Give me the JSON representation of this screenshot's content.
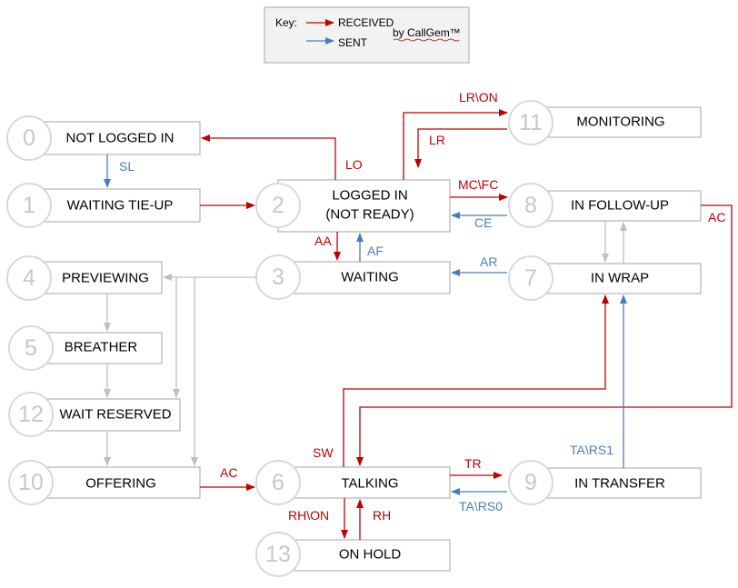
{
  "key": {
    "title": "Key:",
    "received": "RECEIVED",
    "sent": "SENT",
    "credit": "by CallGem™"
  },
  "states": [
    {
      "num": "0",
      "label": "NOT LOGGED IN"
    },
    {
      "num": "1",
      "label": "WAITING TIE-UP"
    },
    {
      "num": "2",
      "label_line1": "LOGGED IN",
      "label_line2": "(NOT READY)"
    },
    {
      "num": "3",
      "label": "WAITING"
    },
    {
      "num": "4",
      "label": "PREVIEWING"
    },
    {
      "num": "5",
      "label": "BREATHER"
    },
    {
      "num": "12",
      "label": "WAIT RESERVED"
    },
    {
      "num": "10",
      "label": "OFFERING"
    },
    {
      "num": "6",
      "label": "TALKING"
    },
    {
      "num": "13",
      "label": "ON HOLD"
    },
    {
      "num": "11",
      "label": "MONITORING"
    },
    {
      "num": "8",
      "label": "IN FOLLOW-UP"
    },
    {
      "num": "7",
      "label": "IN WRAP"
    },
    {
      "num": "9",
      "label": "IN TRANSFER"
    }
  ],
  "edges": {
    "sl": "SL",
    "lo": "LO",
    "lr_on": "LR\\ON",
    "lr": "LR",
    "mc_fc": "MC\\FC",
    "ce": "CE",
    "aa": "AA",
    "af": "AF",
    "ar": "AR",
    "ac_right": "AC",
    "ac_offering": "AC",
    "sw": "SW",
    "tr": "TR",
    "ta_rs1": "TA\\RS1",
    "ta_rs0": "TA\\RS0",
    "rh_on": "RH\\ON",
    "rh": "RH"
  },
  "colors": {
    "received": "#c00000",
    "sent": "#4a7ebb",
    "internal": "#bfbfbf"
  }
}
